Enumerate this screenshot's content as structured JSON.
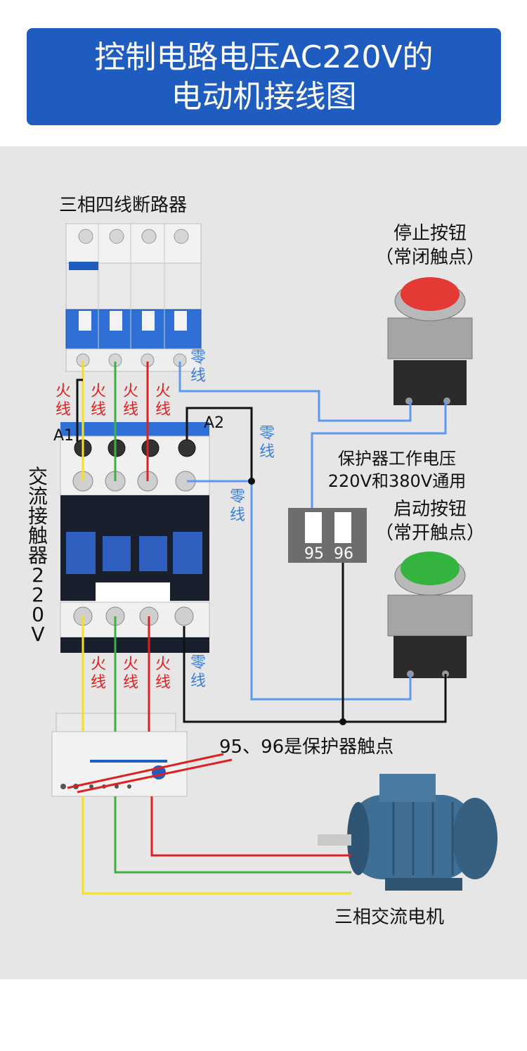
{
  "banner": {
    "line1": "控制电路电压AC220V的",
    "line2": "电动机接线图"
  },
  "labels": {
    "breaker": "三相四线断路器",
    "stop_button_title": "停止按钮",
    "stop_button_sub": "（常闭触点）",
    "protector_voltage_1": "保护器工作电压",
    "protector_voltage_2": "220V和380V通用",
    "start_button_title": "启动按钮",
    "start_button_sub": "（常开触点）",
    "contactor_vertical": "交流接触器220V",
    "protector_contacts": "95、96是保护器触点",
    "motor": "三相交流电机",
    "a1": "A1",
    "a2": "A2",
    "terminal_95": "95",
    "terminal_96": "96"
  },
  "wire_labels": {
    "fire": "火线",
    "neutral": "零线"
  },
  "colors": {
    "banner": "#1f5cbf",
    "panel": "#e6e6e6",
    "wire_yellow": "#f2e31c",
    "wire_green": "#3cb043",
    "wire_red": "#e02020",
    "wire_blue": "#5b9bef",
    "wire_black": "#111111"
  }
}
